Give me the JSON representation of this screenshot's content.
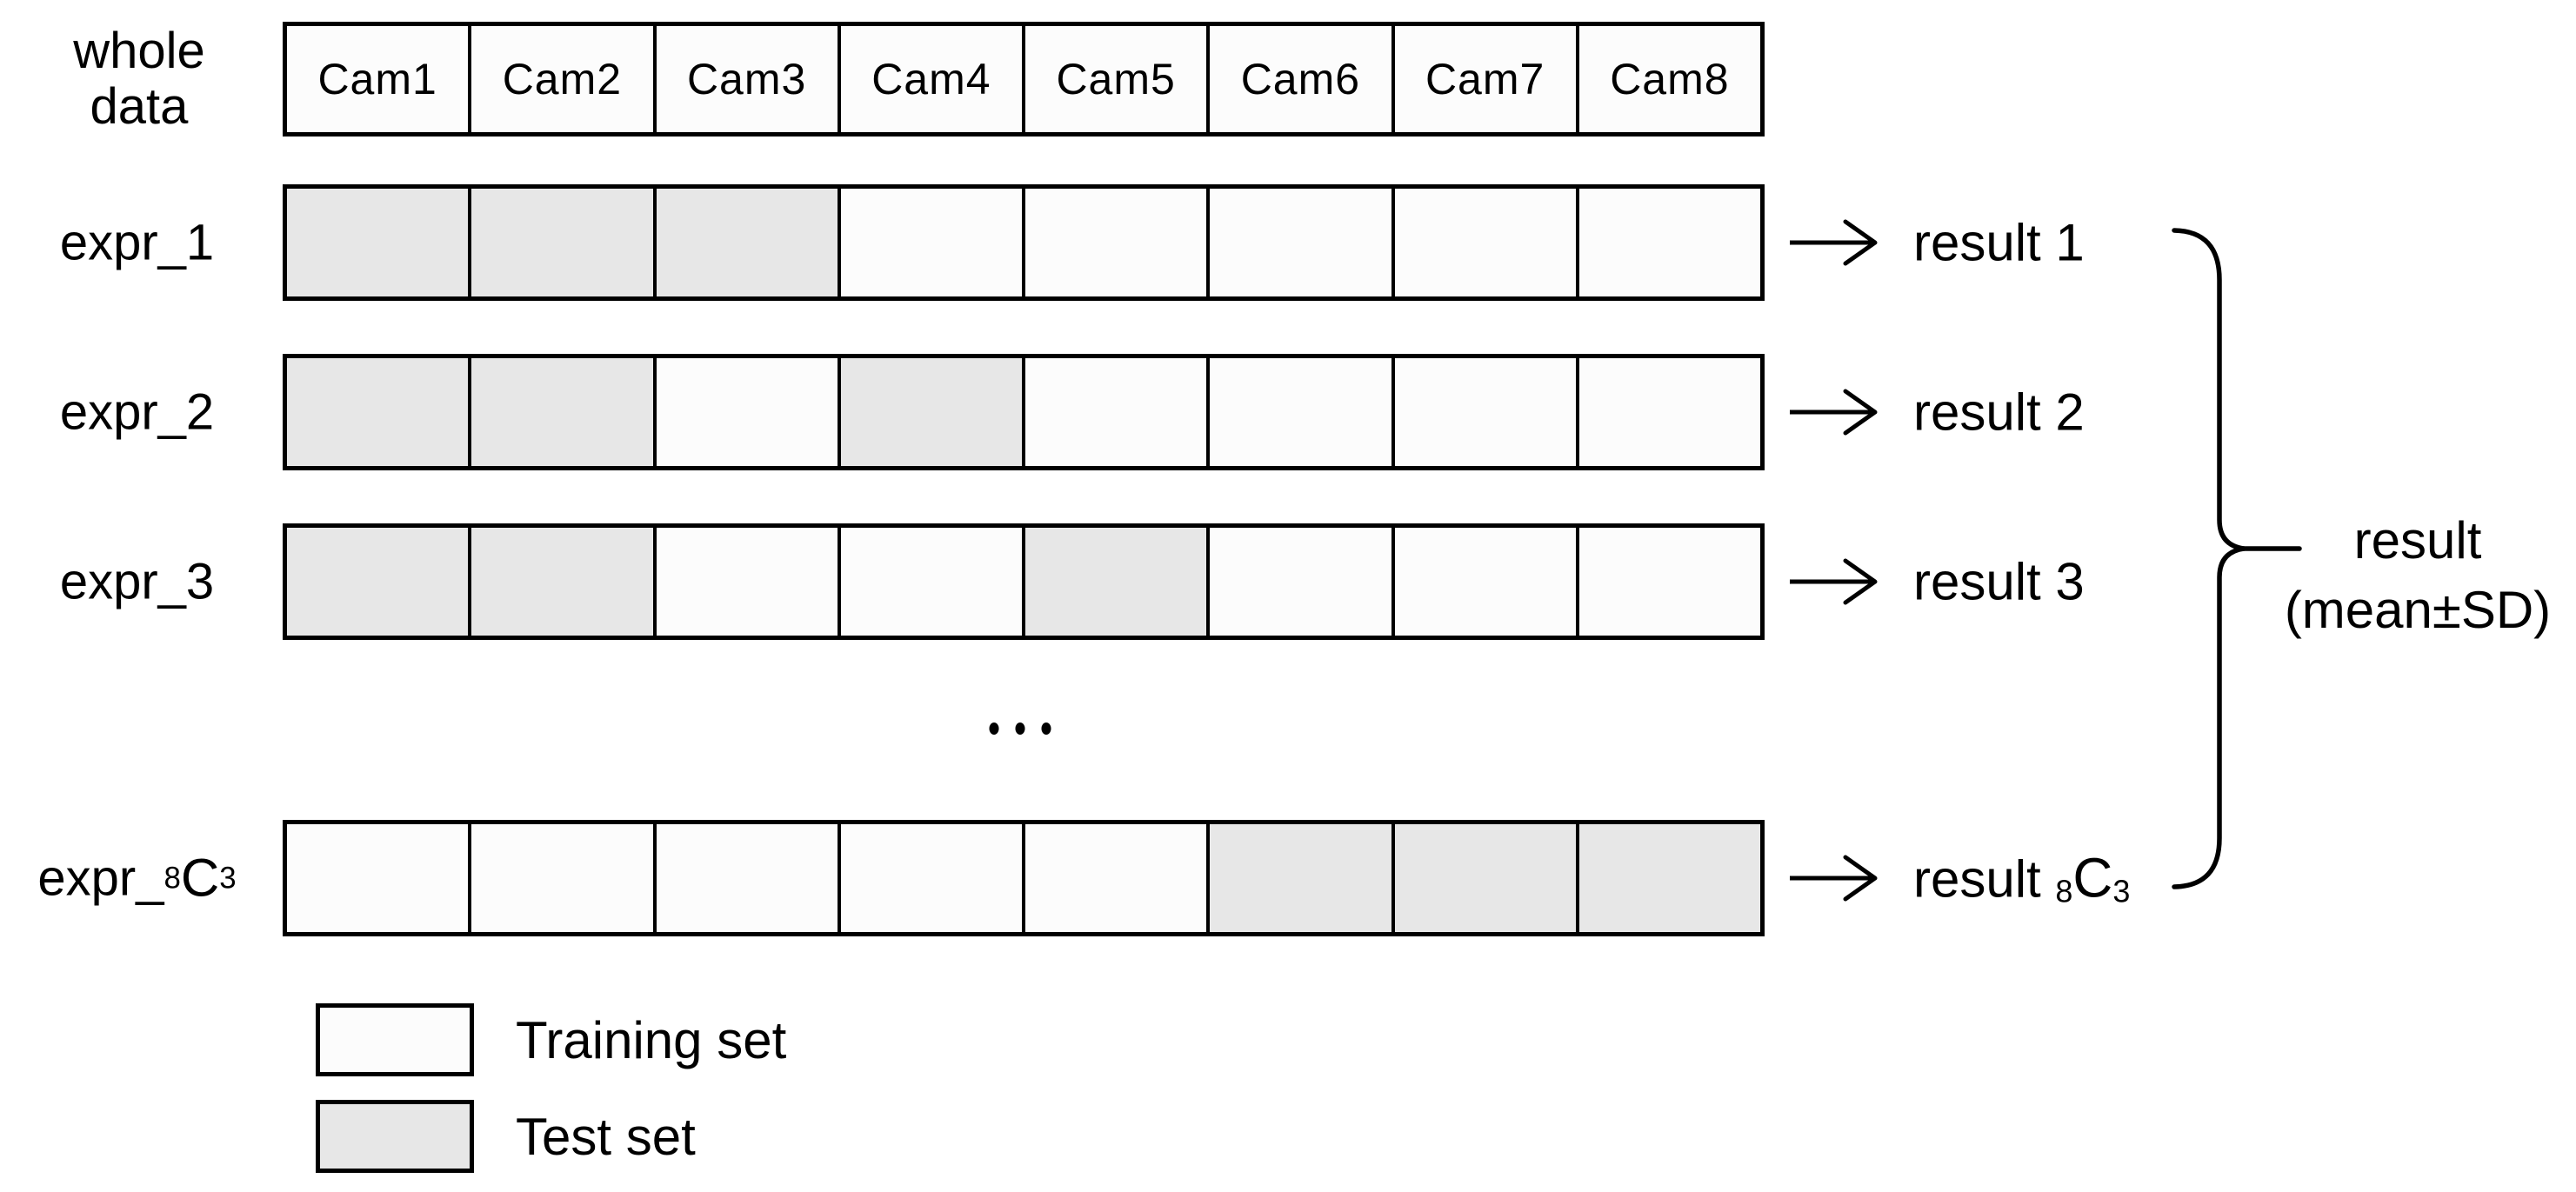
{
  "title_label": {
    "line1": "whole",
    "line2": "data"
  },
  "cameras": [
    "Cam1",
    "Cam2",
    "Cam3",
    "Cam4",
    "Cam5",
    "Cam6",
    "Cam7",
    "Cam8"
  ],
  "experiments": [
    {
      "label_parts": [
        {
          "text": "expr_1"
        }
      ],
      "cells": [
        "test",
        "test",
        "test",
        "train",
        "train",
        "train",
        "train",
        "train"
      ],
      "result_parts": [
        {
          "text": "result 1"
        }
      ]
    },
    {
      "label_parts": [
        {
          "text": "expr_2"
        }
      ],
      "cells": [
        "test",
        "test",
        "train",
        "test",
        "train",
        "train",
        "train",
        "train"
      ],
      "result_parts": [
        {
          "text": "result 2"
        }
      ]
    },
    {
      "label_parts": [
        {
          "text": "expr_3"
        }
      ],
      "cells": [
        "test",
        "test",
        "train",
        "train",
        "test",
        "train",
        "train",
        "train"
      ],
      "result_parts": [
        {
          "text": "result 3"
        }
      ]
    },
    {
      "label_parts": [
        {
          "text": "expr_"
        },
        {
          "text": "8",
          "style": "sub"
        },
        {
          "text": "C",
          "style": "cap"
        },
        {
          "text": "3",
          "style": "sub"
        }
      ],
      "cells": [
        "train",
        "train",
        "train",
        "train",
        "train",
        "test",
        "test",
        "test"
      ],
      "result_parts": [
        {
          "text": "result "
        },
        {
          "text": "8",
          "style": "sub"
        },
        {
          "text": "C",
          "style": "cap"
        },
        {
          "text": "3",
          "style": "sub"
        }
      ]
    }
  ],
  "ellipsis_dots": 3,
  "summary_label": {
    "line1": "result",
    "line2": "(mean±SD)"
  },
  "legend": [
    {
      "swatch": "train",
      "label": "Training set"
    },
    {
      "swatch": "test",
      "label": "Test set"
    }
  ],
  "colors": {
    "training_fill": "#fcfcfc",
    "test_fill": "#e7e7e7",
    "line": "#000000"
  }
}
